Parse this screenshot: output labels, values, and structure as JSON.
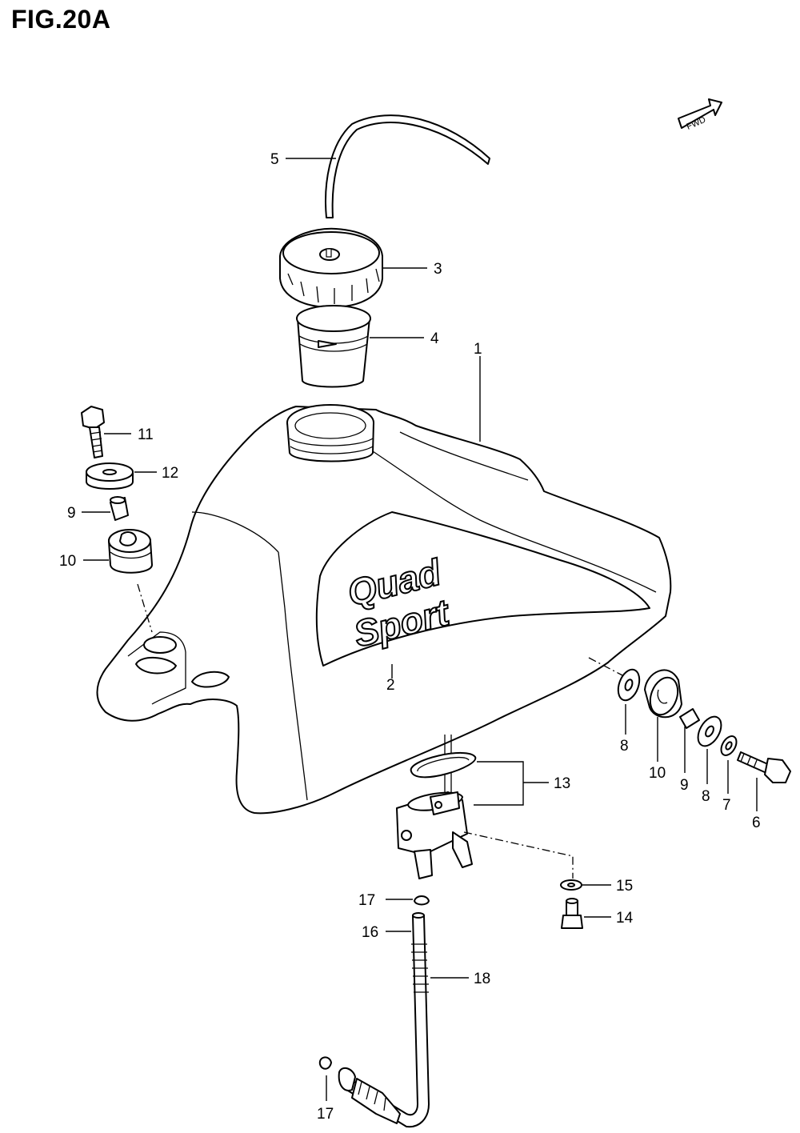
{
  "figure": {
    "title": "FIG.20A"
  },
  "direction_tag": {
    "label": "FWD"
  },
  "decal_text": {
    "line1": "Quad",
    "line2": "Sport"
  },
  "callouts": [
    {
      "id": "c1",
      "label": "1"
    },
    {
      "id": "c2",
      "label": "2"
    },
    {
      "id": "c3",
      "label": "3"
    },
    {
      "id": "c4",
      "label": "4"
    },
    {
      "id": "c5",
      "label": "5"
    },
    {
      "id": "c6",
      "label": "6"
    },
    {
      "id": "c7",
      "label": "7"
    },
    {
      "id": "c8a",
      "label": "8"
    },
    {
      "id": "c8b",
      "label": "8"
    },
    {
      "id": "c9a",
      "label": "9"
    },
    {
      "id": "c9b",
      "label": "9"
    },
    {
      "id": "c10a",
      "label": "10"
    },
    {
      "id": "c10b",
      "label": "10"
    },
    {
      "id": "c11",
      "label": "11"
    },
    {
      "id": "c12",
      "label": "12"
    },
    {
      "id": "c13",
      "label": "13"
    },
    {
      "id": "c14",
      "label": "14"
    },
    {
      "id": "c15",
      "label": "15"
    },
    {
      "id": "c16",
      "label": "16"
    },
    {
      "id": "c17a",
      "label": "17"
    },
    {
      "id": "c17b",
      "label": "17"
    },
    {
      "id": "c18",
      "label": "18"
    }
  ]
}
